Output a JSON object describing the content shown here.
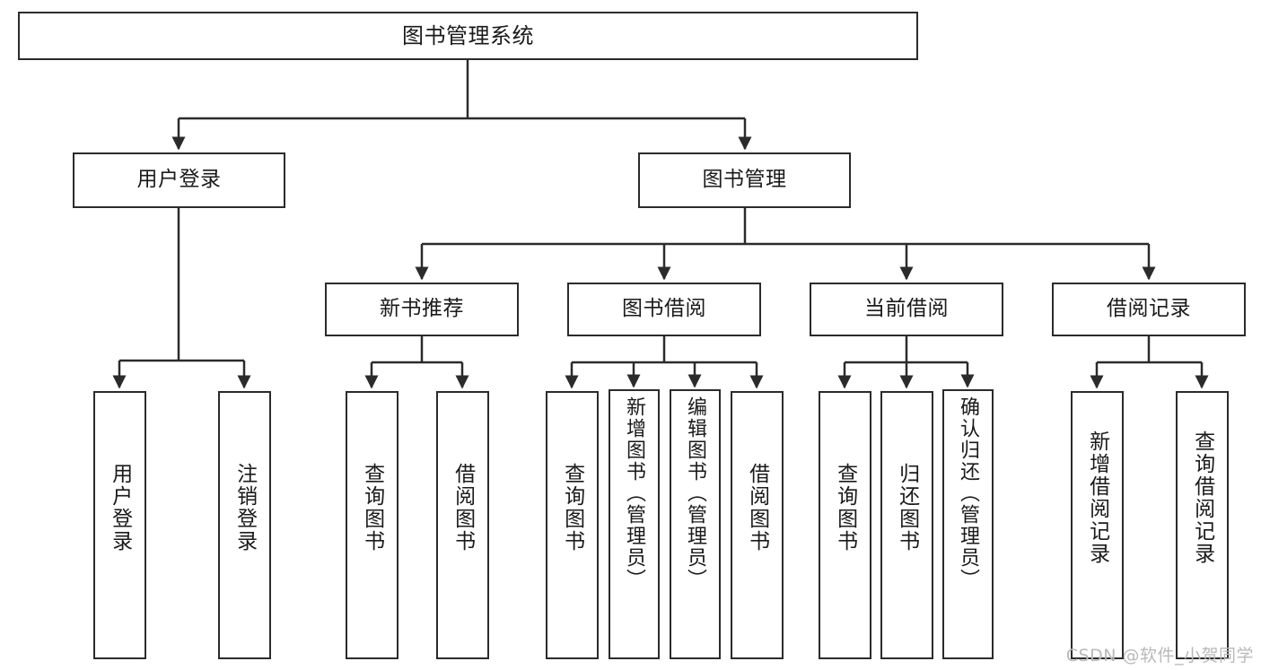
{
  "diagram": {
    "title": "图书管理系统",
    "type": "tree",
    "orientation": "top-down",
    "watermark": "CSDN @软件_小贺同学",
    "colors": {
      "background": "#ffffff",
      "box_border": "#2b2b2b",
      "box_fill": "#ffffff",
      "text": "#1a1a1a",
      "connector": "#2b2b2b",
      "watermark": "#b9b9b9"
    }
  },
  "nodes": {
    "root": {
      "label": "图书管理系统"
    },
    "level2": [
      {
        "label": "用户登录"
      },
      {
        "label": "图书管理"
      }
    ],
    "level3": [
      {
        "label": "新书推荐"
      },
      {
        "label": "图书借阅"
      },
      {
        "label": "当前借阅"
      },
      {
        "label": "借阅记录"
      }
    ],
    "leaves_user_login": [
      {
        "label": "用户登录"
      },
      {
        "label": "注销登录"
      }
    ],
    "leaves_new_book": [
      {
        "label": "查询图书"
      },
      {
        "label": "借阅图书"
      }
    ],
    "leaves_borrow": [
      {
        "label": "查询图书"
      },
      {
        "label": "新增图书（管理员）"
      },
      {
        "label": "编辑图书（管理员）"
      },
      {
        "label": "借阅图书"
      }
    ],
    "leaves_current": [
      {
        "label": "查询图书"
      },
      {
        "label": "归还图书"
      },
      {
        "label": "确认归还（管理员）"
      }
    ],
    "leaves_records": [
      {
        "label": "新增借阅记录"
      },
      {
        "label": "查询借阅记录"
      }
    ]
  }
}
